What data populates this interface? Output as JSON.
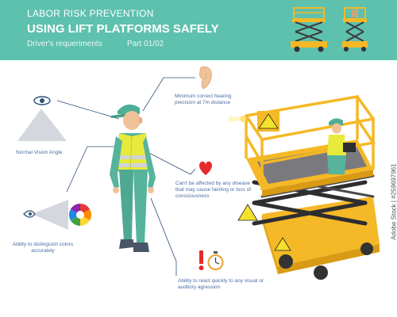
{
  "header": {
    "line1": "LABOR RISK PREVENTION",
    "line2": "USING LIFT PLATFORMS SAFELY",
    "subtitle": "Driver's requeriments",
    "part": "Part 01/02"
  },
  "requirements": {
    "vision": "Normal Vision Angle",
    "colors": "Ability to distinguish colors accurately",
    "hearing": "Minimum correct hearing precision at 7m distance",
    "disease": "Can't be affected by any disease that may cause fainting or loss of consciousness",
    "react": "Ability to react quickly to any visual or auditory agression"
  },
  "icons": [
    "eye-icon",
    "ear-icon",
    "heart-icon",
    "exclamation-icon",
    "stopwatch-icon",
    "color-wheel-icon"
  ],
  "colors": {
    "header": "#5ec1ad",
    "accent_yellow": "#f5b826",
    "label_blue": "#4a6fa2",
    "vest": "#e7ea3a",
    "uniform": "#56b39c",
    "heart": "#e32b2b"
  },
  "watermark": "Adobe Stock | #259697961"
}
